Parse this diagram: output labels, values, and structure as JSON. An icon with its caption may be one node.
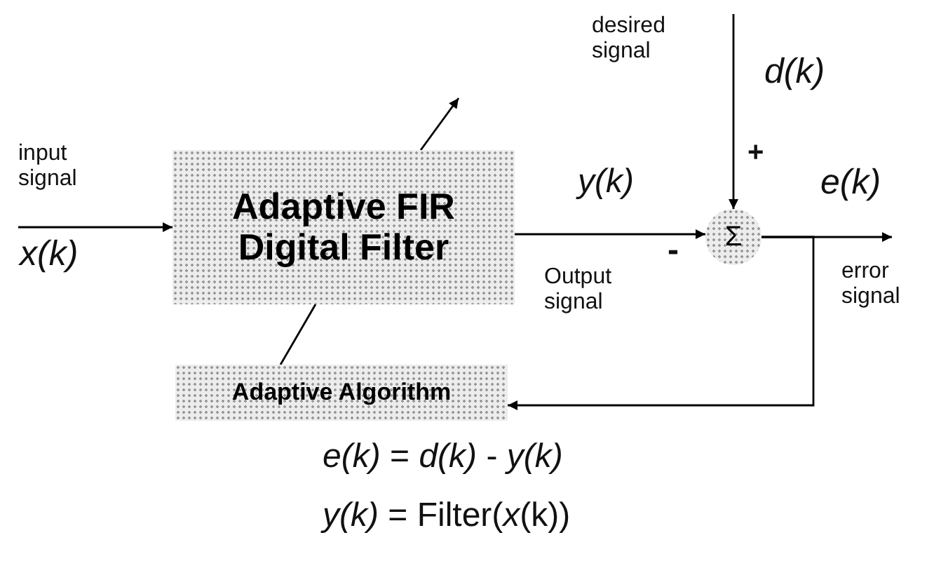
{
  "diagram": {
    "nodes": [
      {
        "text": [
          "Adaptive FIR Digital Filter"
        ]
      },
      {
        "text": [
          "Σ"
        ],
        "beside": [
          "+",
          "-"
        ]
      },
      {
        "text": [
          "Adaptive Algorithm"
        ]
      }
    ],
    "edges": [
      {
        "from": null,
        "to": 0,
        "arrow": "to"
      },
      {
        "from": 0,
        "to": 1,
        "arrow": "to"
      },
      {
        "from": null,
        "to": 1,
        "arrow": "to"
      },
      {
        "from": 1,
        "to": null,
        "arrow": "to"
      },
      {
        "from": 1,
        "to": 2,
        "arrow": "to"
      },
      {
        "from": 2,
        "to": 0,
        "arrow": "none"
      },
      {
        "from": 0,
        "to": null,
        "arrow": "to"
      }
    ],
    "labels": [
      "input signal",
      "x(k)",
      "y(k)",
      "Output signal",
      "desired signal",
      "d(k)",
      "e(k)",
      "error signal",
      "*e(k)* = *d(k)* - *y(k)*",
      "*y(k)* = Filter(*x*(k))"
    ]
  }
}
